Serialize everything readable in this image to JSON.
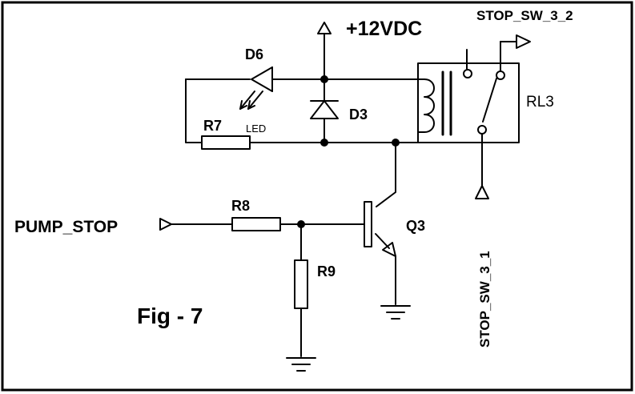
{
  "labels": {
    "supply": "+12VDC",
    "stop_sw_out": "STOP_SW_3_2",
    "stop_sw_in": "STOP_SW_3_1",
    "pump_stop": "PUMP_STOP",
    "d6": "D6",
    "d3": "D3",
    "led": "LED",
    "r7": "R7",
    "r8": "R8",
    "r9": "R9",
    "q3": "Q3",
    "rl3": "RL3",
    "figure": "Fig - 7"
  }
}
